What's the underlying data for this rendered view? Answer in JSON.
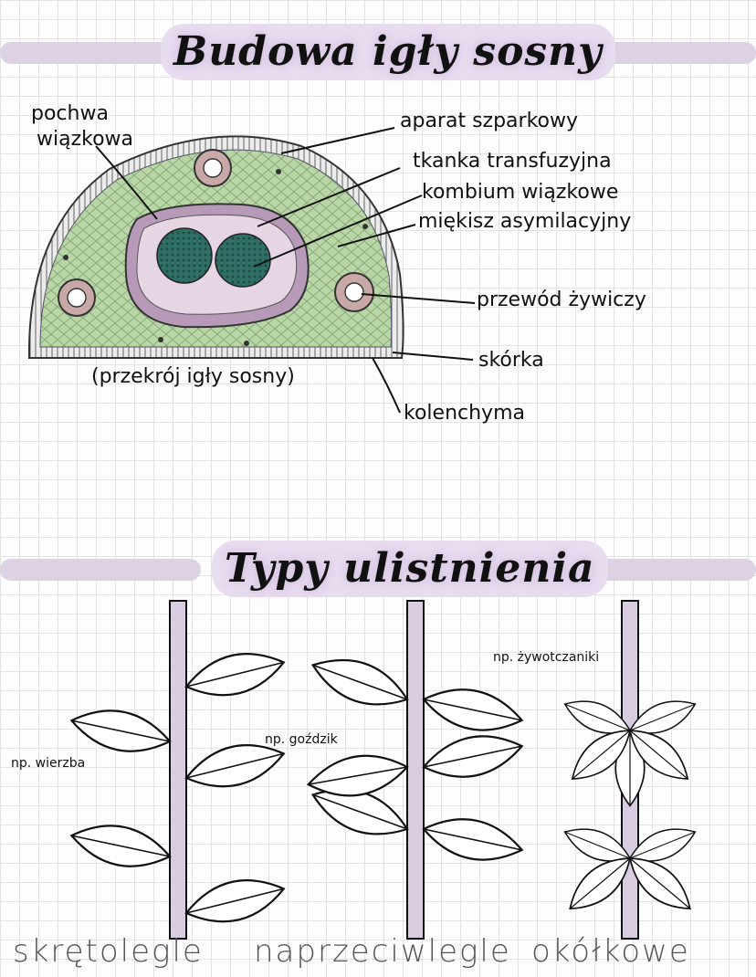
{
  "section1": {
    "title": "Budowa igły sosny",
    "caption": "(przekrój igły sosny)",
    "labels": {
      "pochwa": "pochwa",
      "wiazkowa": "wiązkowa",
      "aparat": "aparat szparkowy",
      "tkanka": "tkanka transfuzyjna",
      "kombium": "kombium wiązkowe",
      "miekisz": "miękisz asymilacyjny",
      "przewod": "przewód żywiczy",
      "skorka": "skórka",
      "kolenchyma": "kolenchyma"
    }
  },
  "section2": {
    "title": "Typy ulistnienia",
    "examples": {
      "wierzba": "np. wierzba",
      "gozdzik": "np. goździk",
      "zywotczaniki": "np. żywotczaniki"
    },
    "types": {
      "skretolegle": "skrętolegle",
      "naprzeciwlegle": "naprzeciwlegle",
      "okolkowe": "okółkowe"
    }
  },
  "colors": {
    "band": "#ddd2e4",
    "stem": "#d8cce0",
    "mesophyll": "#b8d6a6",
    "vascular": "#d9c6d6",
    "xylem": "#2e6e64",
    "skin": "#e6e6e6"
  }
}
